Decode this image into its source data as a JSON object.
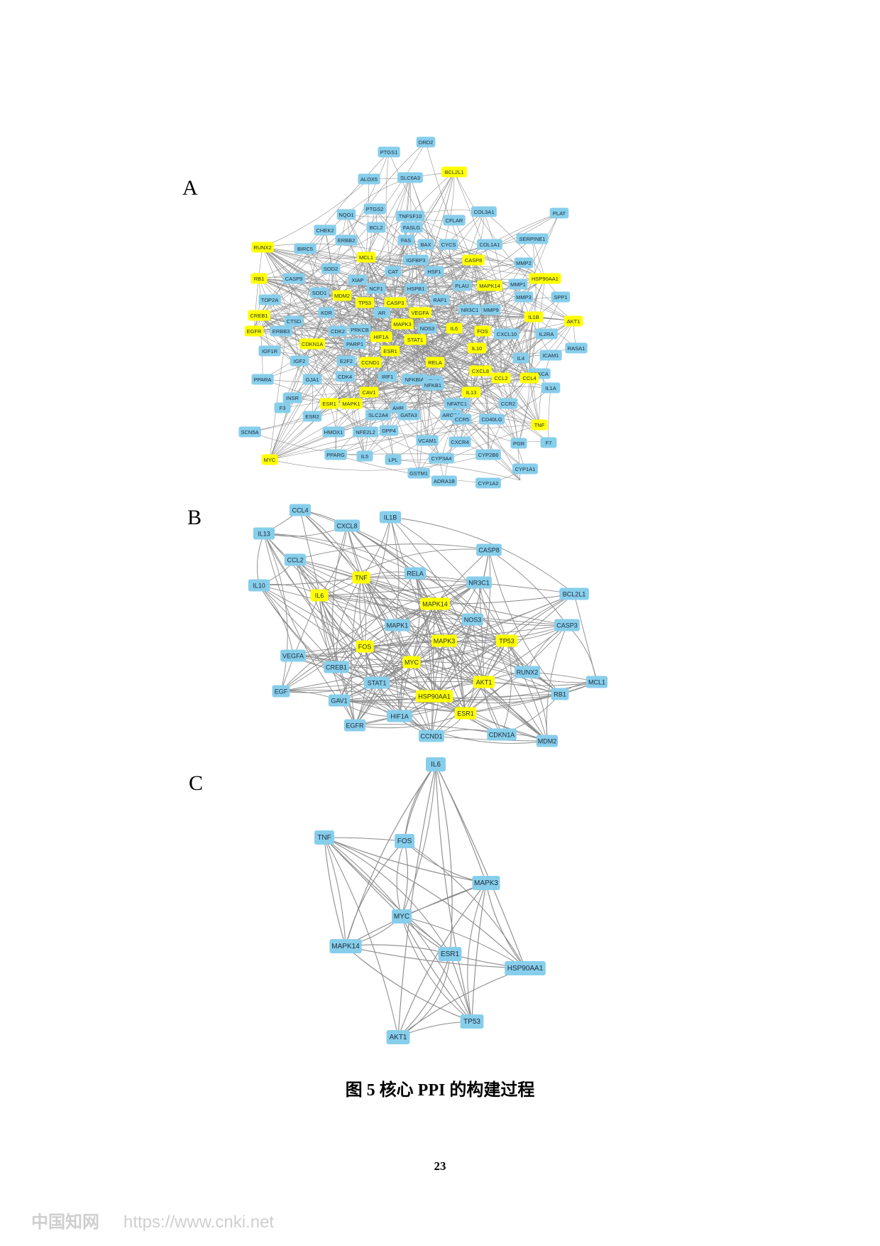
{
  "panels": {
    "a": "A",
    "b": "B",
    "c": "C"
  },
  "colors": {
    "hub": "#ffff00",
    "node": "#87ceeb",
    "edge": "#8a8a8a"
  },
  "figure_caption": "图 5  核心 PPI 的构建过程",
  "page_number": "23",
  "watermark": {
    "brand": "中国知网",
    "url": "https://www.cnki.net"
  },
  "network_a": {
    "nodes": [
      {
        "label": "PTGS1",
        "hub": false
      },
      {
        "label": "DRD2",
        "hub": false
      },
      {
        "label": "BCL2L1",
        "hub": true
      },
      {
        "label": "ALOX5",
        "hub": false
      },
      {
        "label": "SLC6A3",
        "hub": false
      },
      {
        "label": "PTGS2",
        "hub": false
      },
      {
        "label": "NQO1",
        "hub": false
      },
      {
        "label": "TNFSF10",
        "hub": false
      },
      {
        "label": "COL3A1",
        "hub": false
      },
      {
        "label": "PLAT",
        "hub": false
      },
      {
        "label": "BCL2",
        "hub": false
      },
      {
        "label": "CFLAR",
        "hub": false
      },
      {
        "label": "CHEK2",
        "hub": false
      },
      {
        "label": "ERBB2",
        "hub": false
      },
      {
        "label": "FASLG",
        "hub": false
      },
      {
        "label": "FAS",
        "hub": false
      },
      {
        "label": "BAX",
        "hub": false
      },
      {
        "label": "CYCS",
        "hub": false
      },
      {
        "label": "COL1A1",
        "hub": false
      },
      {
        "label": "SERPINE1",
        "hub": false
      },
      {
        "label": "RUNX2",
        "hub": true
      },
      {
        "label": "BIRC5",
        "hub": false
      },
      {
        "label": "MCL1",
        "hub": true
      },
      {
        "label": "IGFBP3",
        "hub": false
      },
      {
        "label": "CASP8",
        "hub": true
      },
      {
        "label": "MMP2",
        "hub": false
      },
      {
        "label": "SOD2",
        "hub": false
      },
      {
        "label": "CAT",
        "hub": false
      },
      {
        "label": "HSF1",
        "hub": false
      },
      {
        "label": "RB1",
        "hub": true
      },
      {
        "label": "CASP9",
        "hub": false
      },
      {
        "label": "XIAP",
        "hub": false
      },
      {
        "label": "HSP90AA1",
        "hub": true
      },
      {
        "label": "PLAU",
        "hub": false
      },
      {
        "label": "MAPK14",
        "hub": true
      },
      {
        "label": "MMP1",
        "hub": false
      },
      {
        "label": "NCF1",
        "hub": false
      },
      {
        "label": "HSPB1",
        "hub": false
      },
      {
        "label": "SOD1",
        "hub": false
      },
      {
        "label": "MDM2",
        "hub": true
      },
      {
        "label": "RAF1",
        "hub": false
      },
      {
        "label": "SPP1",
        "hub": false
      },
      {
        "label": "TOP2A",
        "hub": false
      },
      {
        "label": "TP53",
        "hub": true
      },
      {
        "label": "CASP3",
        "hub": true
      },
      {
        "label": "MMP3",
        "hub": false
      },
      {
        "label": "CREB1",
        "hub": true
      },
      {
        "label": "KDR",
        "hub": false
      },
      {
        "label": "AR",
        "hub": false
      },
      {
        "label": "VEGFA",
        "hub": true
      },
      {
        "label": "NR3C1",
        "hub": false
      },
      {
        "label": "MMP9",
        "hub": false
      },
      {
        "label": "IL1B",
        "hub": true
      },
      {
        "label": "AKT1",
        "hub": true
      },
      {
        "label": "CTSD",
        "hub": false
      },
      {
        "label": "MAPK3",
        "hub": true
      },
      {
        "label": "NOS3",
        "hub": false
      },
      {
        "label": "IL6",
        "hub": true
      },
      {
        "label": "FOS",
        "hub": true
      },
      {
        "label": "EGFR",
        "hub": true
      },
      {
        "label": "ERBB3",
        "hub": false
      },
      {
        "label": "CDK2",
        "hub": false
      },
      {
        "label": "PRKCB",
        "hub": false
      },
      {
        "label": "CXCL10",
        "hub": false
      },
      {
        "label": "IL2RA",
        "hub": false
      },
      {
        "label": "CDKN1A",
        "hub": true
      },
      {
        "label": "HIF1A",
        "hub": true
      },
      {
        "label": "STAT1",
        "hub": true
      },
      {
        "label": "PARP1",
        "hub": false
      },
      {
        "label": "ESR1",
        "hub": true
      },
      {
        "label": "IGF1R",
        "hub": false
      },
      {
        "label": "IL10",
        "hub": true
      },
      {
        "label": "ICAM1",
        "hub": false
      },
      {
        "label": "RASA1",
        "hub": false
      },
      {
        "label": "IGF2",
        "hub": false
      },
      {
        "label": "E2F2",
        "hub": false
      },
      {
        "label": "CCND1",
        "hub": true
      },
      {
        "label": "RELA",
        "hub": true
      },
      {
        "label": "IL4",
        "hub": false
      },
      {
        "label": "NFKBIA",
        "hub": false
      },
      {
        "label": "PRKCA",
        "hub": false
      },
      {
        "label": "PPARA",
        "hub": false
      },
      {
        "label": "GJA1",
        "hub": false
      },
      {
        "label": "CDK4",
        "hub": false
      },
      {
        "label": "IRF1",
        "hub": false
      },
      {
        "label": "IFNG",
        "hub": false
      },
      {
        "label": "CXCL8",
        "hub": true
      },
      {
        "label": "CCL2",
        "hub": true
      },
      {
        "label": "CCL4",
        "hub": true
      },
      {
        "label": "IL1A",
        "hub": false
      },
      {
        "label": "INSR",
        "hub": false
      },
      {
        "label": "CAV1",
        "hub": true
      },
      {
        "label": "NFKB1",
        "hub": false
      },
      {
        "label": "IL13",
        "hub": true
      },
      {
        "label": "F3",
        "hub": false
      },
      {
        "label": "ESR2",
        "hub": false
      },
      {
        "label": "ESR1",
        "hub": true
      },
      {
        "label": "MAPK1",
        "hub": true
      },
      {
        "label": "AHR",
        "hub": false
      },
      {
        "label": "NFATC1",
        "hub": false
      },
      {
        "label": "CCR2",
        "hub": false
      },
      {
        "label": "SLC2A4",
        "hub": false
      },
      {
        "label": "GATA3",
        "hub": false
      },
      {
        "label": "ARGB1",
        "hub": false
      },
      {
        "label": "CD40LG",
        "hub": false
      },
      {
        "label": "SCN5A",
        "hub": false
      },
      {
        "label": "HMOX1",
        "hub": false
      },
      {
        "label": "NFE2L2",
        "hub": false
      },
      {
        "label": "DPP4",
        "hub": false
      },
      {
        "label": "CCR5",
        "hub": false
      },
      {
        "label": "TNF",
        "hub": true
      },
      {
        "label": "VCAM1",
        "hub": false
      },
      {
        "label": "CXCR4",
        "hub": false
      },
      {
        "label": "PGR",
        "hub": false
      },
      {
        "label": "F7",
        "hub": false
      },
      {
        "label": "MYC",
        "hub": true
      },
      {
        "label": "PPARG",
        "hub": false
      },
      {
        "label": "IL5",
        "hub": false
      },
      {
        "label": "LPL",
        "hub": false
      },
      {
        "label": "CYP3A4",
        "hub": false
      },
      {
        "label": "CYP2B6",
        "hub": false
      },
      {
        "label": "CYP1A1",
        "hub": false
      },
      {
        "label": "GSTM1",
        "hub": false
      },
      {
        "label": "ADRA1B",
        "hub": false
      },
      {
        "label": "CYP1A2",
        "hub": false
      }
    ]
  },
  "network_b": {
    "nodes": [
      {
        "label": "CCL4",
        "hub": false
      },
      {
        "label": "IL1B",
        "hub": false
      },
      {
        "label": "IL13",
        "hub": false
      },
      {
        "label": "CXCL8",
        "hub": false
      },
      {
        "label": "CASP8",
        "hub": false
      },
      {
        "label": "CCL2",
        "hub": false
      },
      {
        "label": "TNF",
        "hub": true
      },
      {
        "label": "RELA",
        "hub": false
      },
      {
        "label": "IL10",
        "hub": false
      },
      {
        "label": "IL6",
        "hub": true
      },
      {
        "label": "NR3C1",
        "hub": false
      },
      {
        "label": "BCL2L1",
        "hub": false
      },
      {
        "label": "MAPK14",
        "hub": true
      },
      {
        "label": "MAPK1",
        "hub": false
      },
      {
        "label": "NOS3",
        "hub": false
      },
      {
        "label": "CASP3",
        "hub": false
      },
      {
        "label": "FOS",
        "hub": true
      },
      {
        "label": "MAPK3",
        "hub": true
      },
      {
        "label": "TP53",
        "hub": true
      },
      {
        "label": "VEGFA",
        "hub": false
      },
      {
        "label": "MYC",
        "hub": true
      },
      {
        "label": "CREB1",
        "hub": false
      },
      {
        "label": "RUNX2",
        "hub": false
      },
      {
        "label": "MCL1",
        "hub": false
      },
      {
        "label": "EGF",
        "hub": false
      },
      {
        "label": "STAT1",
        "hub": false
      },
      {
        "label": "AKT1",
        "hub": true
      },
      {
        "label": "GAV1",
        "hub": false
      },
      {
        "label": "HSP90AA1",
        "hub": true
      },
      {
        "label": "RB1",
        "hub": false
      },
      {
        "label": "ESR1",
        "hub": true
      },
      {
        "label": "EGFR",
        "hub": false
      },
      {
        "label": "HIF1A",
        "hub": false
      },
      {
        "label": "CCND1",
        "hub": false
      },
      {
        "label": "CDKN1A",
        "hub": false
      },
      {
        "label": "MDM2",
        "hub": false
      }
    ]
  },
  "network_c": {
    "nodes": [
      {
        "label": "IL6",
        "hub": false
      },
      {
        "label": "TNF",
        "hub": false
      },
      {
        "label": "FOS",
        "hub": false
      },
      {
        "label": "MAPK3",
        "hub": false
      },
      {
        "label": "MYC",
        "hub": false
      },
      {
        "label": "MAPK14",
        "hub": false
      },
      {
        "label": "ESR1",
        "hub": false
      },
      {
        "label": "HSP90AA1",
        "hub": false
      },
      {
        "label": "TP53",
        "hub": false
      },
      {
        "label": "AKT1",
        "hub": false
      }
    ]
  }
}
